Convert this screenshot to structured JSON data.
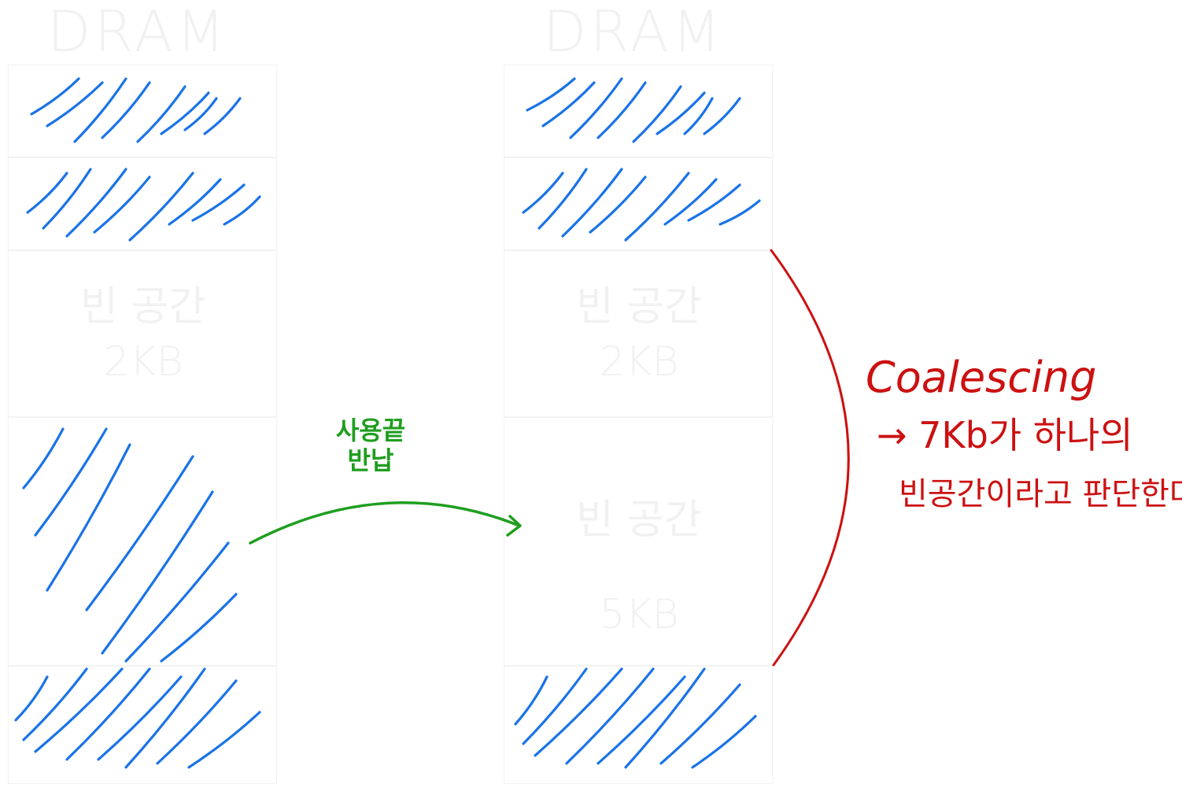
{
  "left_panel": {
    "title": "DRAM",
    "free_block_top": [
      "빈 공간",
      "2KB"
    ]
  },
  "right_panel": {
    "title": "DRAM",
    "free_block_top": [
      "빈 공간",
      "2KB"
    ],
    "free_block_bottom": [
      "빈 공간",
      "5KB"
    ]
  },
  "transition_note": [
    "사용끝",
    "반납"
  ],
  "coalescing_note": {
    "title": "Coalescing",
    "line1": "→ 7Kb가 하나의",
    "line2": "빈공간이라고 판단한다."
  },
  "colors": {
    "used_hatch": "#1a73e8",
    "arrow": "#1f9e1f",
    "brace": "#cc1111",
    "ghost_text": "#f1f1f1"
  }
}
